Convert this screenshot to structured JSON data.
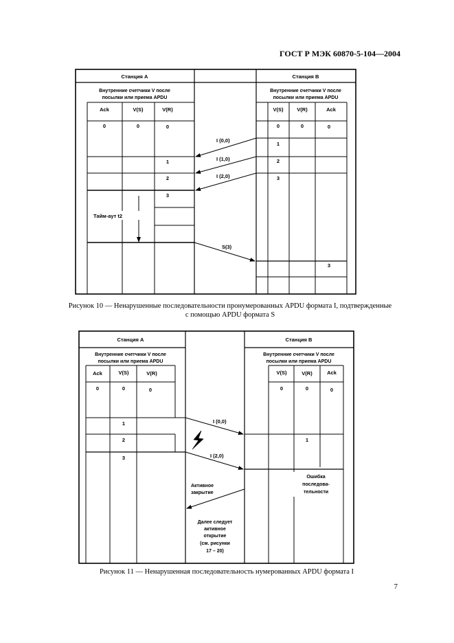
{
  "header": "ГОСТ Р МЭК 60870-5-104—2004",
  "page_number": "7",
  "figure10": {
    "station_a": "Станция А",
    "station_b": "Станция В",
    "counters_line1": "Внутренние счетчики V после",
    "counters_line2": "посылки или приема APDU",
    "col_ack": "Ack",
    "col_vs": "V(S)",
    "col_vr": "V(R)",
    "a_ack0": "0",
    "a_vs0": "0",
    "a_vr0": "0",
    "a_vr1": "1",
    "a_vr2": "2",
    "a_vr3": "3",
    "b_vs0": "0",
    "b_vr0": "0",
    "b_ack0": "0",
    "b_vr1": "1",
    "b_vr2": "2",
    "b_vr3": "3",
    "b_ack3": "3",
    "msg1": "I (0,0)",
    "msg2": "I (1,0)",
    "msg3": "I (2,0)",
    "msg4": "S(3)",
    "timeout": "Тайм-аут t2",
    "caption_line1": "Рисунок 10 — Ненарушенные последовательности пронумерованных APDU формата I, подтвержденные",
    "caption_line2": "с помощью APDU формата S"
  },
  "figure11": {
    "station_a": "Станция А",
    "station_b": "Станция В",
    "counters_line1": "Внутренние счетчики V после",
    "counters_line2": "посылки или приема APDU",
    "col_ack": "Ack",
    "col_vs": "V(S)",
    "col_vr": "V(R)",
    "a_ack0": "0",
    "a_vs0": "0",
    "a_vr0": "0",
    "a_vs1": "1",
    "a_vs2": "2",
    "a_vs3": "3",
    "b_vs0": "0",
    "b_vr0": "0",
    "b_ack0": "0",
    "b_vr1": "1",
    "msg1": "I (0,0)",
    "msg2": "I (2,0)",
    "seq_error_1": "Ошибка",
    "seq_error_2": "последова-",
    "seq_error_3": "тельности",
    "active_close_1": "Активное",
    "active_close_2": "закрытие",
    "follow_1": "Далее следует",
    "follow_2": "активное",
    "follow_3": "открытие",
    "follow_4": "(см. рисунки",
    "follow_5": "17 – 20)",
    "caption": "Рисунок 11 — Ненарушенная последовательность нумерованных APDU формата I"
  }
}
